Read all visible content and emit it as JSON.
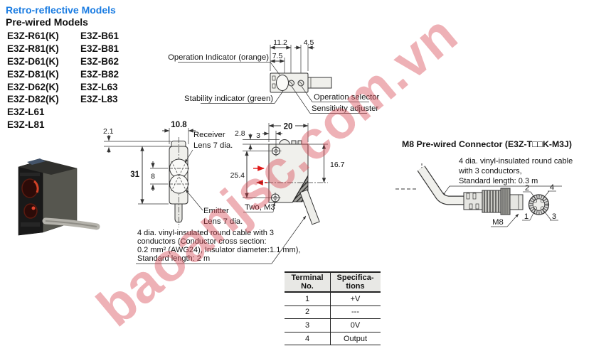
{
  "page": {
    "title": "Retro-reflective Models",
    "subtitle": "Pre-wired Models"
  },
  "models": {
    "col1": [
      "E3Z-R61(K)",
      "E3Z-R81(K)",
      "E3Z-D61(K)",
      "E3Z-D81(K)",
      "E3Z-D62(K)",
      "E3Z-D82(K)",
      "E3Z-L61",
      "E3Z-L81"
    ],
    "col2": [
      "E3Z-B61",
      "E3Z-B81",
      "E3Z-B62",
      "E3Z-B82",
      "E3Z-L63",
      "E3Z-L83"
    ]
  },
  "top_view": {
    "dims": {
      "d112": "11.2",
      "d45": "4.5",
      "d75": "7.5"
    },
    "labels": {
      "operation_indicator": "Operation Indicator (orange)",
      "stability_indicator": "Stability indicator (green)",
      "operation_selector": "Operation selector",
      "sensitivity_adjuster": "Sensitivity adjuster"
    }
  },
  "front_view": {
    "dims": {
      "d21": "2.1",
      "d108": "10.8",
      "d31": "31",
      "d8": "8"
    },
    "receiver_line1": "Receiver",
    "receiver_line2": "Lens 7 dia.",
    "emitter_line1": "Emitter",
    "emitter_line2": "Lens 7 dia."
  },
  "side_view": {
    "dims": {
      "d28": "2.8",
      "d3": "3",
      "d20": "20",
      "d254": "25.4",
      "d167": "16.7"
    },
    "mounting_label": "Two, M3"
  },
  "cable_note": {
    "line1": "4 dia. vinyl-insulated round cable with 3",
    "line2": "conductors (Conductor cross section:",
    "line3": "0.2 mm² (AWG24), Insulator diameter:1.1 mm),",
    "line4": "Standard length: 2 m"
  },
  "m8_section": {
    "heading": "M8 Pre-wired Connector (E3Z-T□□K-M3J)",
    "note_line1": "4 dia. vinyl-insulated round cable",
    "note_line2": "with 3 conductors,",
    "note_line3": "Standard length: 0.3 m",
    "connector_label": "M8",
    "pin_labels": {
      "p1": "1",
      "p2": "2",
      "p3": "3",
      "p4": "4"
    }
  },
  "terminal_table": {
    "header_col1_line1": "Terminal",
    "header_col1_line2": "No.",
    "header_col2_line1": "Specifica-",
    "header_col2_line2": "tions",
    "rows": [
      {
        "no": "1",
        "spec": "+V"
      },
      {
        "no": "2",
        "spec": "---"
      },
      {
        "no": "3",
        "spec": "0V"
      },
      {
        "no": "4",
        "spec": "Output"
      }
    ]
  },
  "watermark": "baoanjsc.com.vn",
  "colors": {
    "heading_blue": "#1a7ce2",
    "watermark_red": "#d64652",
    "arrow_red": "#e01818"
  }
}
